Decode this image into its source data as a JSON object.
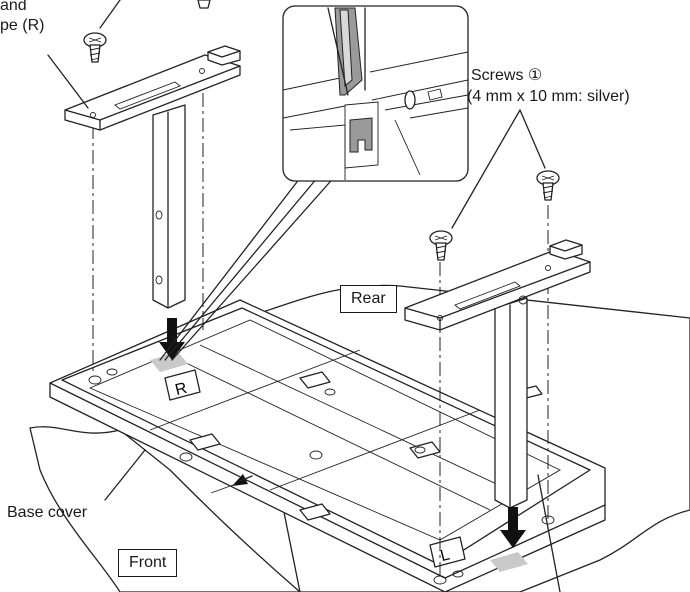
{
  "labels": {
    "stand_pipe_line1": "and",
    "stand_pipe_line2": "pe (R)",
    "screws_line1": "Screws ①",
    "screws_line2": "(4 mm x 10 mm: silver)",
    "rear": "Rear",
    "front": "Front",
    "base_cover": "Base cover",
    "marker_r": "R",
    "marker_l": "L"
  }
}
